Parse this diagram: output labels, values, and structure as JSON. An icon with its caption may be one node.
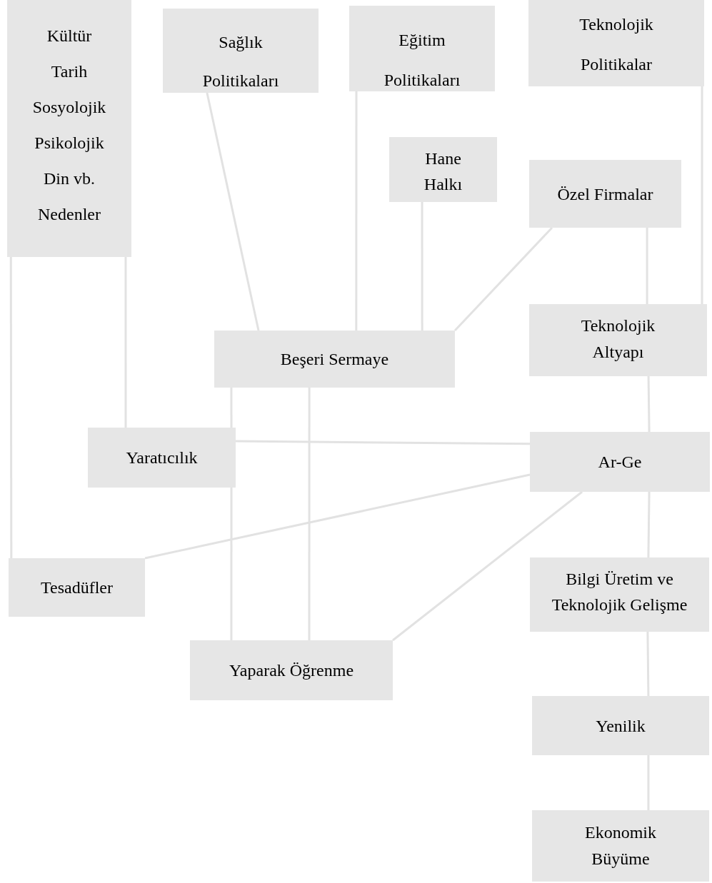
{
  "diagram": {
    "nodes": [
      {
        "text": [
          "Kültür",
          "Tarih",
          "Sosyolojik",
          "Psikolojik",
          "Din vb.",
          "Nedenler"
        ]
      },
      {
        "text": [
          "Sağlık Politikaları"
        ]
      },
      {
        "text": [
          "Eğitim Politikaları"
        ]
      },
      {
        "text": [
          "Teknolojik Politikalar"
        ]
      },
      {
        "text": [
          "Hane Halkı"
        ]
      },
      {
        "text": [
          "Özel Firmalar"
        ]
      },
      {
        "text": [
          "Beşeri Sermaye"
        ]
      },
      {
        "text": [
          "Teknolojik Altyapı"
        ]
      },
      {
        "text": [
          "Yaratıcılık"
        ]
      },
      {
        "text": [
          "Ar-Ge"
        ]
      },
      {
        "text": [
          "Tesadüfler"
        ]
      },
      {
        "text": [
          "Bilgi Üretim ve Teknolojik Gelişme"
        ]
      },
      {
        "text": [
          "Yaparak Öğrenme"
        ]
      },
      {
        "text": [
          "Yenilik"
        ]
      },
      {
        "text": [
          "Ekonomik Büyüme"
        ]
      }
    ],
    "edges": [
      {
        "from": 0,
        "to": 10,
        "arrow": "none"
      },
      {
        "from": 0,
        "to": 8,
        "arrow": "none"
      },
      {
        "from": 1,
        "to": 6,
        "arrow": "none"
      },
      {
        "from": 2,
        "to": 6,
        "arrow": "none"
      },
      {
        "from": 4,
        "to": 6,
        "arrow": "none"
      },
      {
        "from": 5,
        "to": 6,
        "arrow": "none"
      },
      {
        "from": 5,
        "to": 7,
        "arrow": "none"
      },
      {
        "from": 3,
        "to": 7,
        "arrow": "none"
      },
      {
        "from": 7,
        "to": 9,
        "arrow": "none"
      },
      {
        "from": 6,
        "to": 8,
        "arrow": "none"
      },
      {
        "from": 6,
        "to": 12,
        "arrow": "none"
      },
      {
        "from": 8,
        "to": 9,
        "arrow": "none"
      },
      {
        "from": 8,
        "to": 12,
        "arrow": "none"
      },
      {
        "from": 9,
        "to": 10,
        "arrow": "none"
      },
      {
        "from": 9,
        "to": 12,
        "arrow": "none"
      },
      {
        "from": 9,
        "to": 11,
        "arrow": "none"
      },
      {
        "from": 11,
        "to": 13,
        "arrow": "none"
      },
      {
        "from": 13,
        "to": 14,
        "arrow": "none"
      }
    ]
  }
}
